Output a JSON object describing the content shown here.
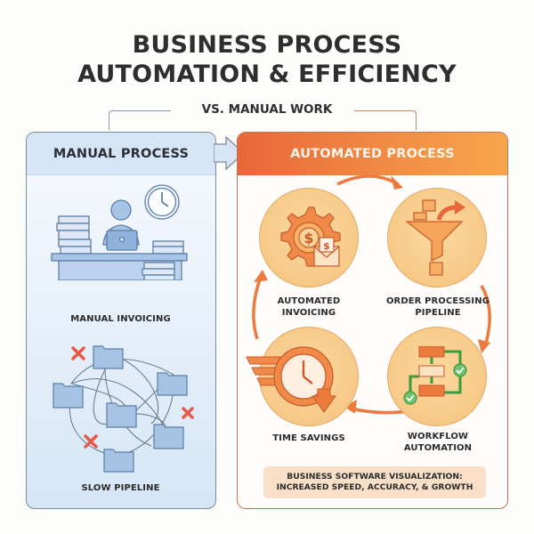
{
  "header": {
    "title_line1": "BUSINESS PROCESS",
    "title_line2": "AUTOMATION & EFFICIENCY",
    "subtitle": "VS. MANUAL WORK"
  },
  "manual_panel": {
    "title": "MANUAL PROCESS",
    "items": [
      {
        "label": "MANUAL INVOICING",
        "icon": "person-at-desk-with-paper-stacks-and-clock-icon"
      },
      {
        "label": "SLOW PIPELINE",
        "icon": "tangled-folder-network-with-error-marks-icon"
      }
    ]
  },
  "automated_panel": {
    "title": "AUTOMATED PROCESS",
    "cycle": [
      {
        "label_line1": "AUTOMATED",
        "label_line2": "INVOICING",
        "icon": "gear-dollar-envelope-icon"
      },
      {
        "label_line1": "ORDER PROCESSING",
        "label_line2": "PIPELINE",
        "icon": "funnel-boxes-icon"
      },
      {
        "label_line1": "WORKFLOW",
        "label_line2": "AUTOMATION",
        "icon": "flowchart-checkmarks-icon"
      },
      {
        "label_line1": "TIME SAVINGS",
        "label_line2": "",
        "icon": "fast-clock-icon"
      }
    ],
    "footer_line1": "BUSINESS SOFTWARE VISUALIZATION:",
    "footer_line2": "INCREASED SPEED, ACCURACY, & GROWTH"
  },
  "colors": {
    "manual_accent": "#d6e6f6",
    "automated_accent_start": "#e8673a",
    "automated_accent_end": "#f7a64d",
    "circle_fill": "#f7c987",
    "error_red": "#e8594a",
    "check_green": "#4caf50"
  }
}
